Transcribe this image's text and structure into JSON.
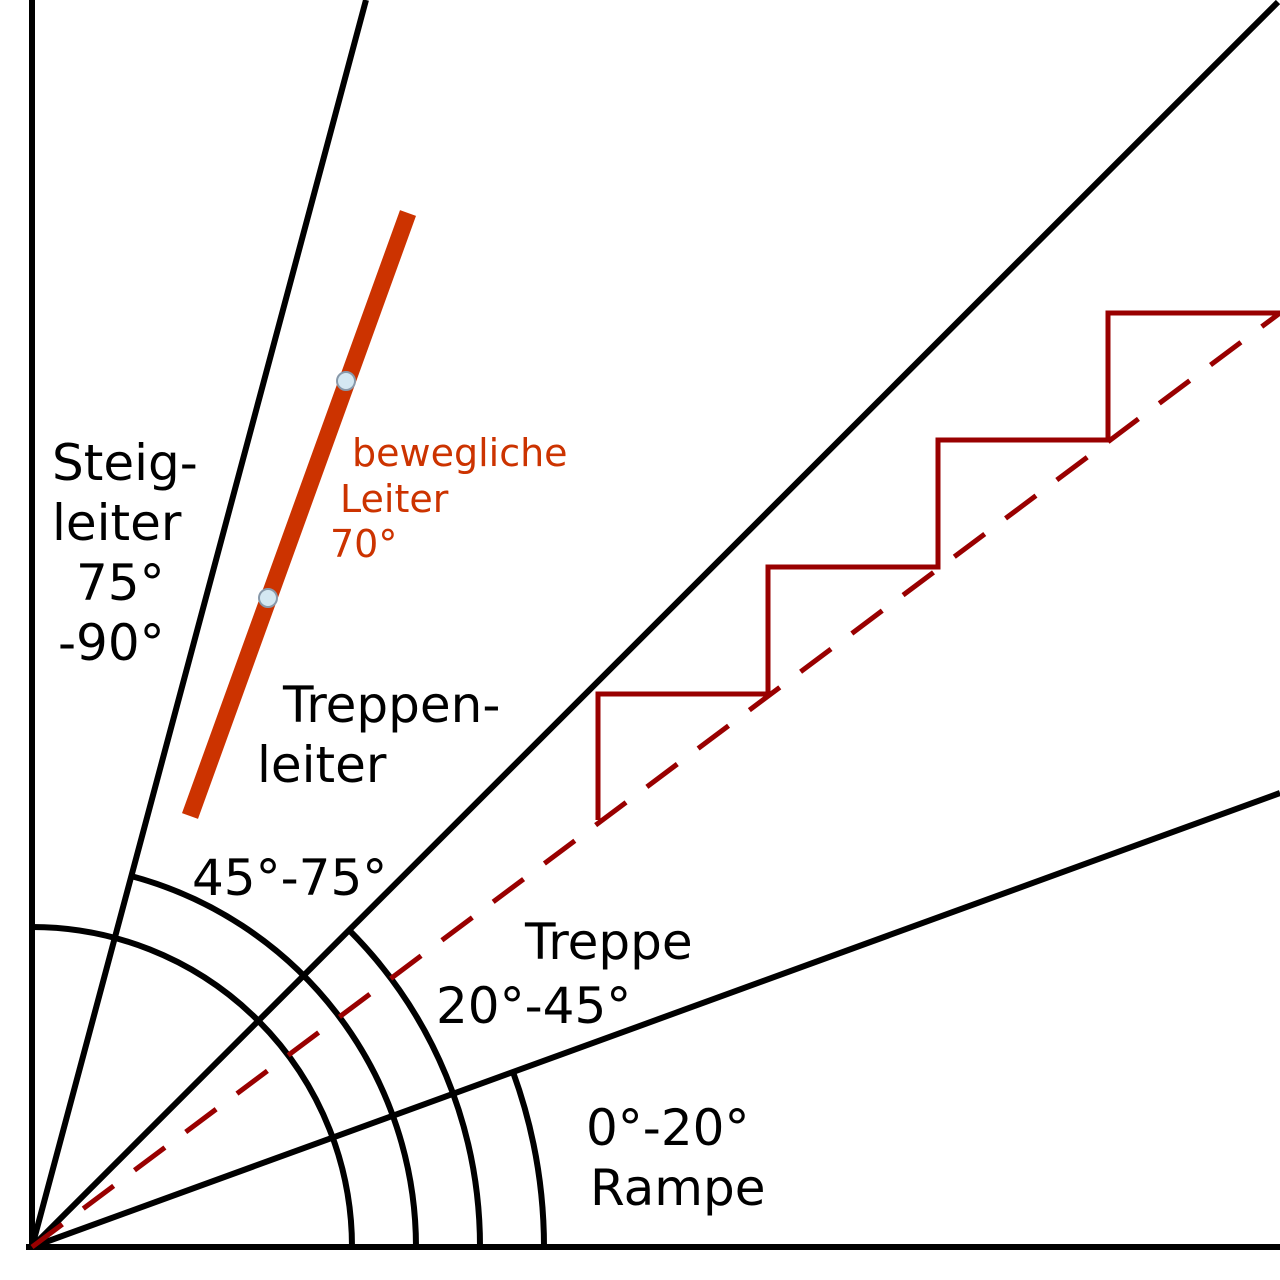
{
  "colors": {
    "lines": "#000000",
    "stairs": "#990000",
    "ladder": "#cc3300",
    "rungs": "#d4e8f2"
  },
  "labels": {
    "steigleiter": [
      "Steig-",
      "leiter",
      "75°",
      "-90°"
    ],
    "bewegliche_leiter": [
      "bewegliche",
      "Leiter",
      "70°"
    ],
    "treppenleiter": [
      "Treppen-",
      "leiter"
    ],
    "treppenleiter_range": "45°-75°",
    "treppe": [
      "Treppe",
      "20°-45°"
    ],
    "rampe": [
      "0°-20°",
      "Rampe"
    ]
  }
}
